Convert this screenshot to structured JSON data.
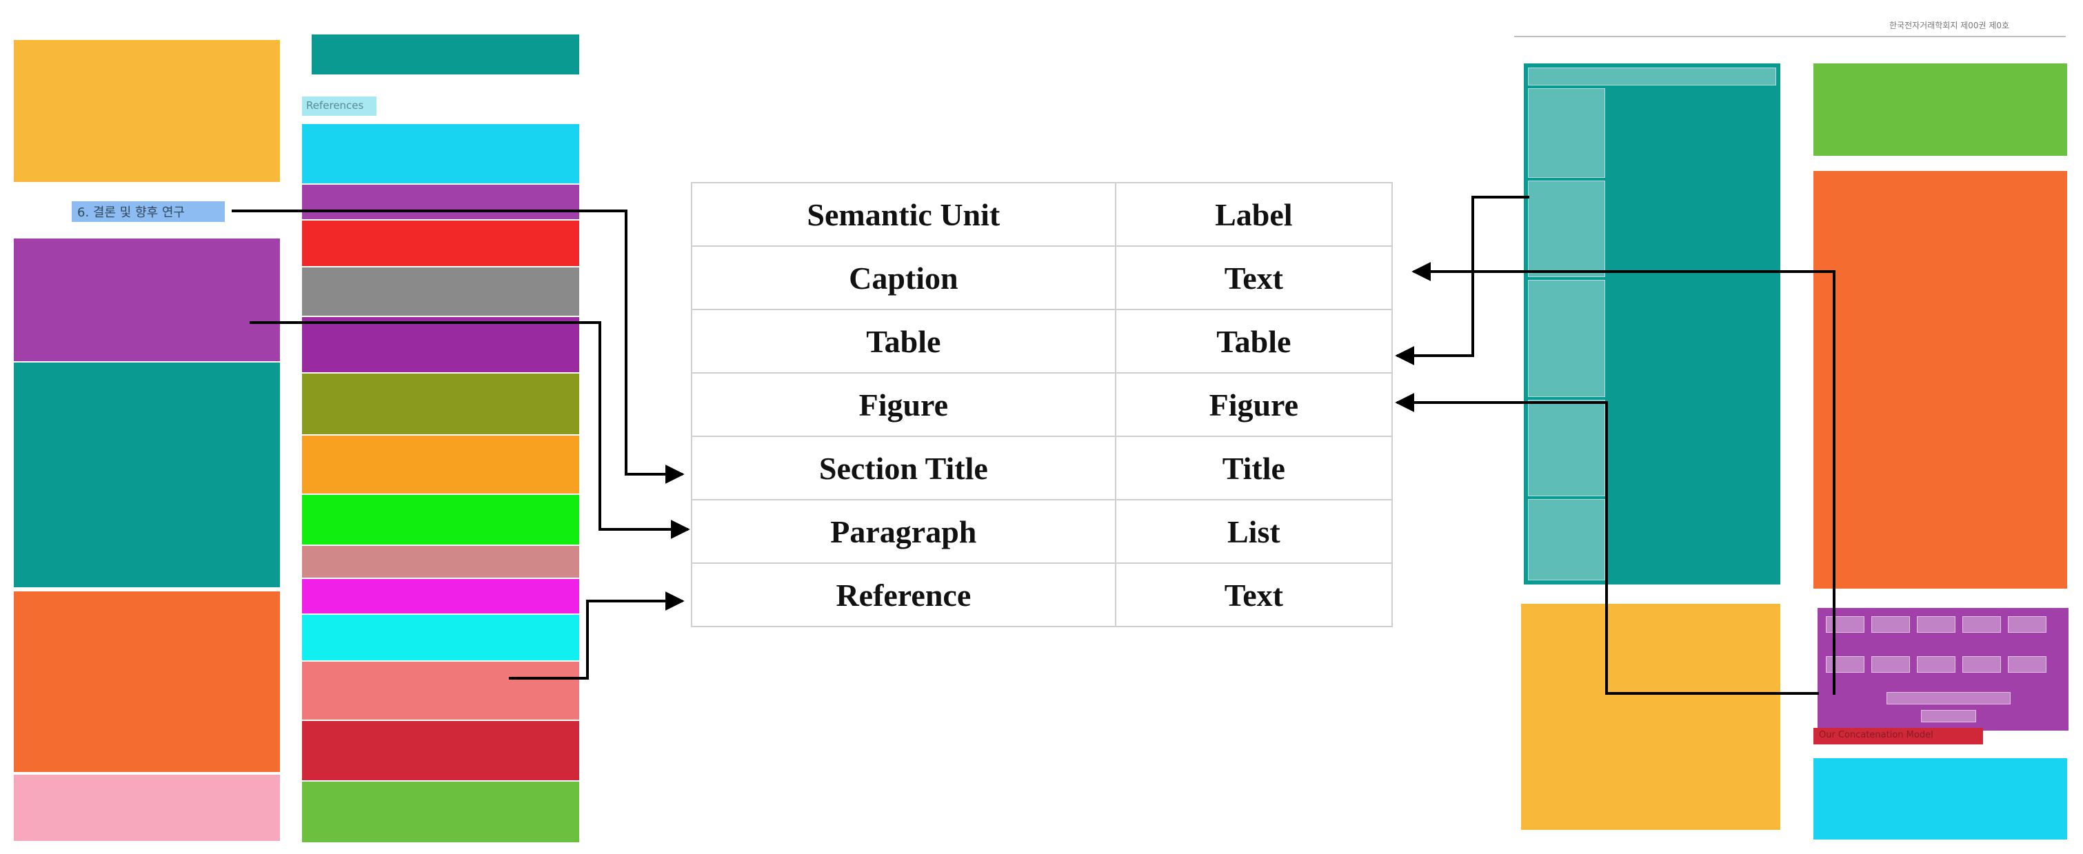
{
  "mapping_table": {
    "header": {
      "unit": "Semantic Unit",
      "label": "Label"
    },
    "rows": [
      {
        "unit": "Caption",
        "label": "Text"
      },
      {
        "unit": "Table",
        "label": "Table"
      },
      {
        "unit": "Figure",
        "label": "Figure"
      },
      {
        "unit": "Section Title",
        "label": "Title"
      },
      {
        "unit": "Paragraph",
        "label": "List"
      },
      {
        "unit": "Reference",
        "label": "Text"
      }
    ]
  },
  "left_page": {
    "section_heading": "6. 결론 및 향후 연구",
    "references_label": "References"
  },
  "right_page": {
    "running_header": "한국전자거래학회지 제00권 제0호",
    "figure_caption": "Our Concatenation Model"
  },
  "colors": {
    "orange_gold": "#f8b93a",
    "teal": "#0a9a92",
    "purple": "#a040a8",
    "orange": "#f46c30",
    "pink": "#f7a8bc",
    "section_blue": "#8cbcf2",
    "cyan": "#18d4f0",
    "red": "#f22828",
    "gray": "#8a8a8a",
    "olive": "#8a9a1e",
    "green": "#10ee10",
    "magenta": "#f020e8",
    "salmon": "#f07878",
    "crimson": "#d02838",
    "leaf_green": "#6cc040"
  }
}
